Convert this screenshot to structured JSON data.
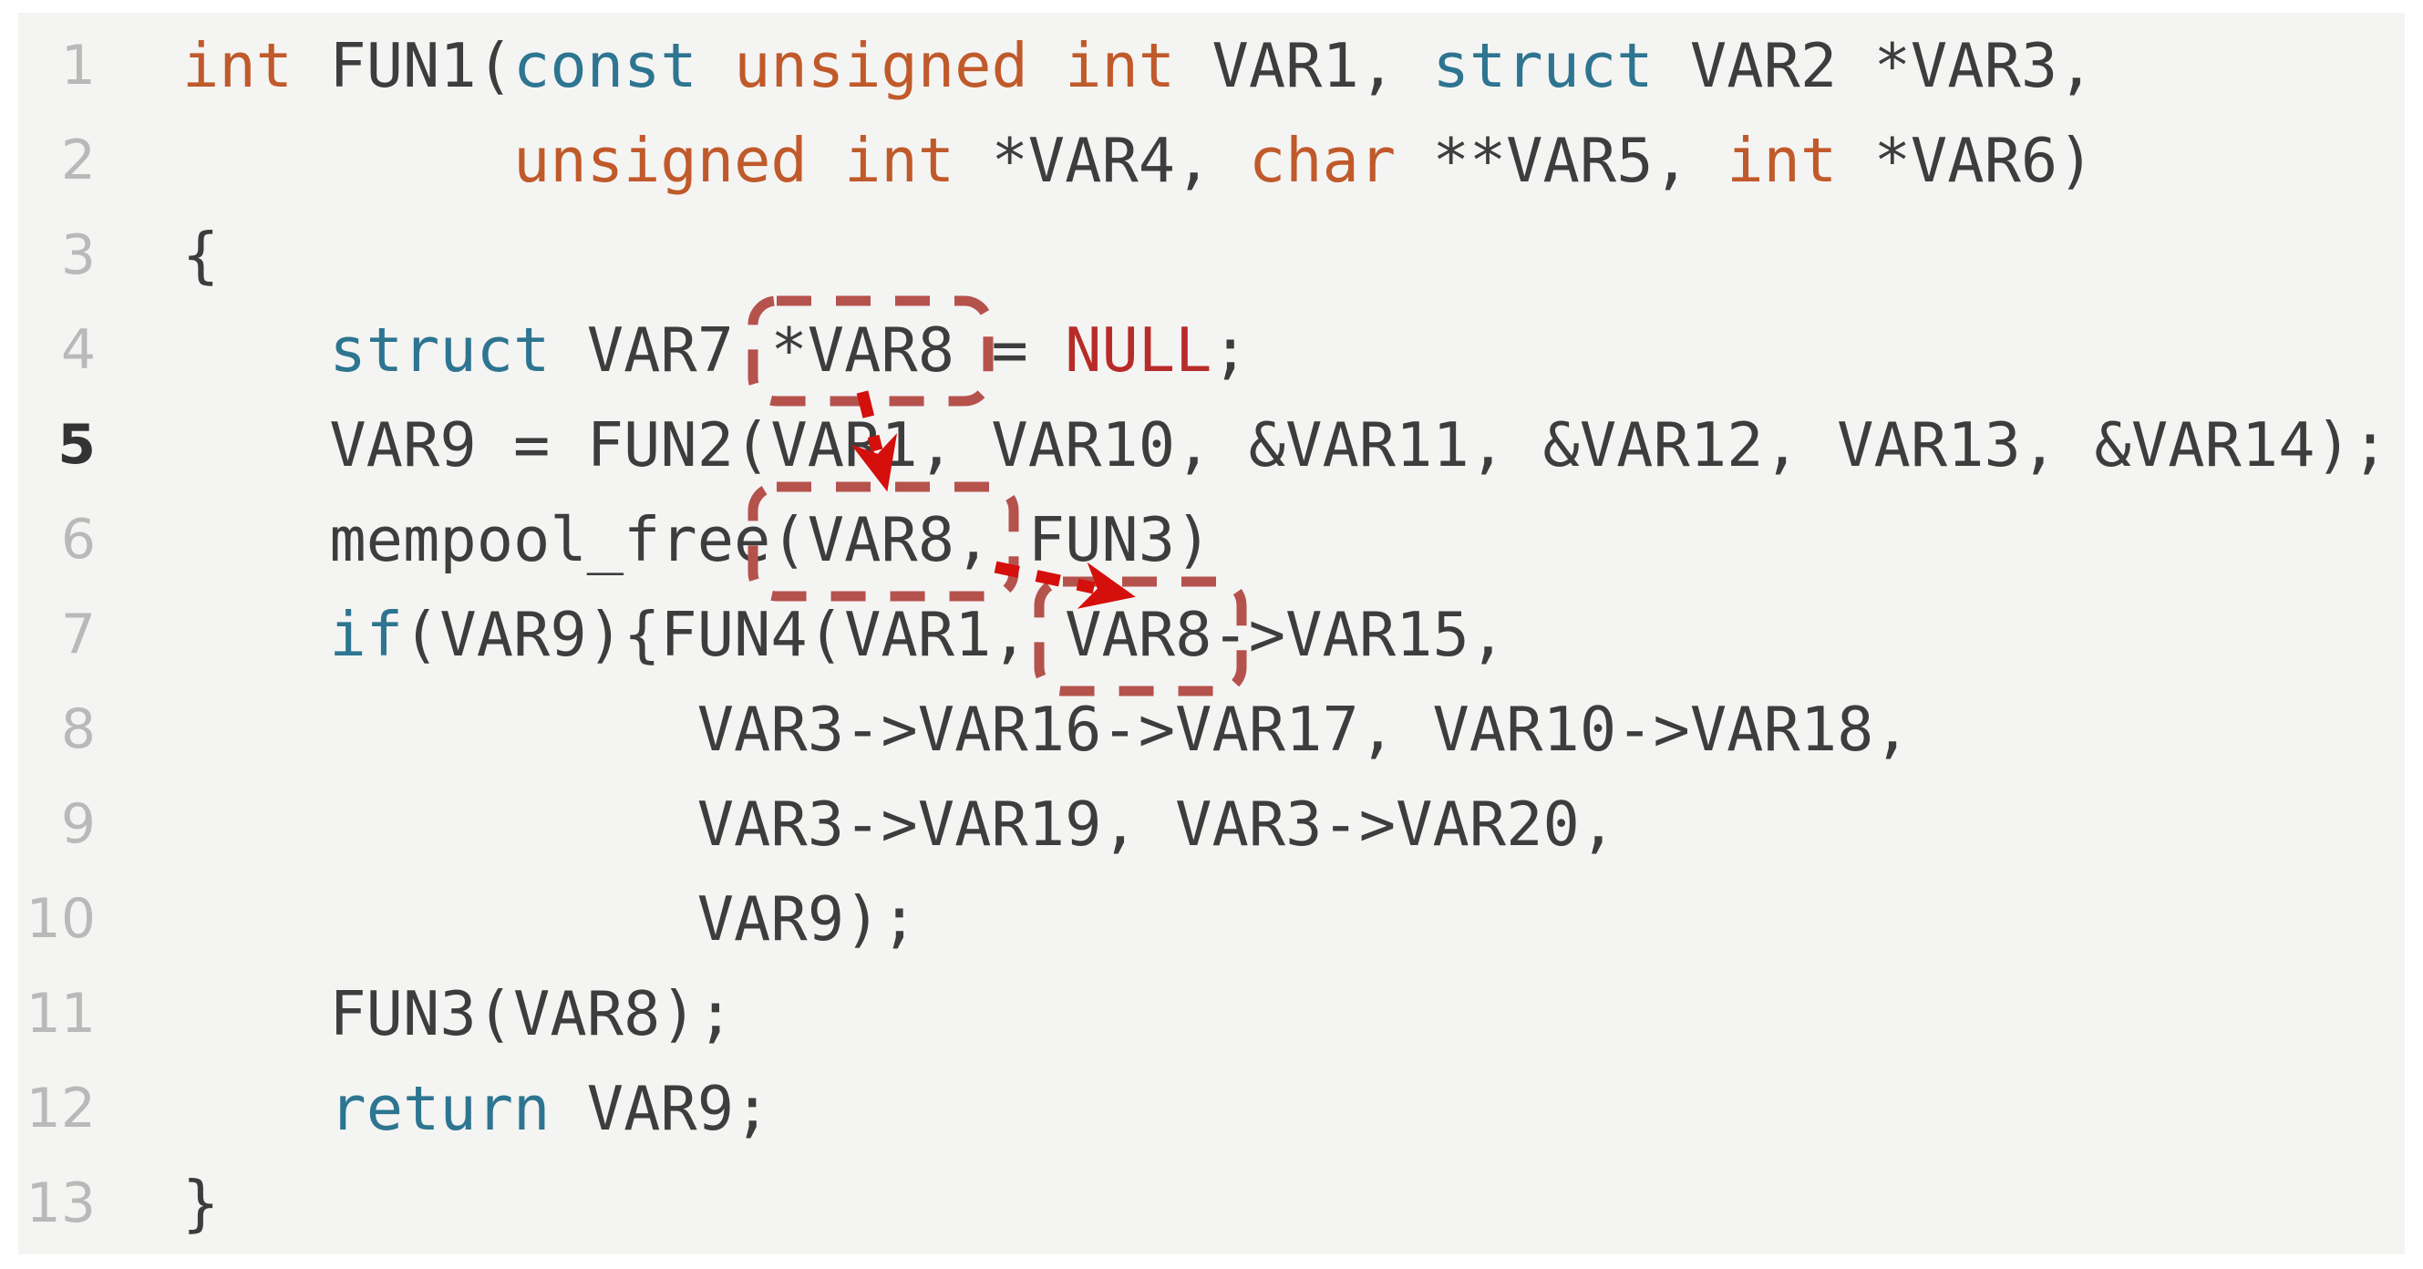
{
  "figure": {
    "type": "annotated-code-listing",
    "language": "C",
    "background_color": "#f4f4f3",
    "colors": {
      "default_text": "#3d3d3d",
      "keyword_type": "#c05a2b",
      "keyword_control": "#2d7590",
      "null_literal": "#b72c28",
      "line_number": "#b9b9b9",
      "line_number_emphasized": "#333333",
      "annotation_box": "#b5524c",
      "annotation_arrow": "#d40f0c"
    },
    "code_panel": {
      "lines": [
        {
          "num": "1",
          "emphasized": false,
          "tokens": [
            [
              "kw",
              "int"
            ],
            [
              "d",
              " FUN1("
            ],
            [
              "t",
              "const"
            ],
            [
              "d",
              " "
            ],
            [
              "kw",
              "unsigned"
            ],
            [
              "d",
              " "
            ],
            [
              "kw",
              "int"
            ],
            [
              "d",
              " VAR1, "
            ],
            [
              "t",
              "struct"
            ],
            [
              "d",
              " VAR2 *VAR3,"
            ]
          ]
        },
        {
          "num": "2",
          "emphasized": false,
          "tokens": [
            [
              "d",
              "         "
            ],
            [
              "kw",
              "unsigned"
            ],
            [
              "d",
              " "
            ],
            [
              "kw",
              "int"
            ],
            [
              "d",
              " *VAR4, "
            ],
            [
              "kw",
              "char"
            ],
            [
              "d",
              " **VAR5, "
            ],
            [
              "kw",
              "int"
            ],
            [
              "d",
              " *VAR6)"
            ]
          ]
        },
        {
          "num": "3",
          "emphasized": false,
          "tokens": [
            [
              "d",
              "{"
            ]
          ]
        },
        {
          "num": "4",
          "emphasized": false,
          "tokens": [
            [
              "d",
              "    "
            ],
            [
              "t",
              "struct"
            ],
            [
              "d",
              " VAR7 *VAR8 = "
            ],
            [
              "n",
              "NULL"
            ],
            [
              "d",
              ";"
            ]
          ]
        },
        {
          "num": "5",
          "emphasized": true,
          "tokens": [
            [
              "d",
              "    VAR9 = FUN2(VAR1, VAR10, &VAR11, &VAR12, VAR13, &VAR14);"
            ]
          ]
        },
        {
          "num": "6",
          "emphasized": false,
          "tokens": [
            [
              "d",
              "    mempool_free(VAR8, FUN3)"
            ]
          ]
        },
        {
          "num": "7",
          "emphasized": false,
          "tokens": [
            [
              "d",
              "    "
            ],
            [
              "t",
              "if"
            ],
            [
              "d",
              "(VAR9){FUN4(VAR1, VAR8->VAR15,"
            ]
          ]
        },
        {
          "num": "8",
          "emphasized": false,
          "tokens": [
            [
              "d",
              "              VAR3->VAR16->VAR17, VAR10->VAR18,"
            ]
          ]
        },
        {
          "num": "9",
          "emphasized": false,
          "tokens": [
            [
              "d",
              "              VAR3->VAR19, VAR3->VAR20,"
            ]
          ]
        },
        {
          "num": "10",
          "emphasized": false,
          "tokens": [
            [
              "d",
              "              VAR9);"
            ]
          ]
        },
        {
          "num": "11",
          "emphasized": false,
          "tokens": [
            [
              "d",
              "    FUN3(VAR8);"
            ]
          ]
        },
        {
          "num": "12",
          "emphasized": false,
          "tokens": [
            [
              "d",
              "    "
            ],
            [
              "t",
              "return"
            ],
            [
              "d",
              " VAR9;"
            ]
          ]
        },
        {
          "num": "13",
          "emphasized": false,
          "tokens": [
            [
              "d",
              "}"
            ]
          ]
        }
      ]
    },
    "annotations": {
      "boxes": [
        {
          "line": 4,
          "highlighted_text": "*VAR8"
        },
        {
          "line": 6,
          "highlighted_text": "(VAR8,"
        },
        {
          "line": 7,
          "highlighted_text": "VAR8"
        }
      ],
      "arrows": [
        {
          "from_line": 4,
          "to_line": 6,
          "meaning": "pointer VAR8 flows from declaration to mempool_free"
        },
        {
          "from_line": 6,
          "to_line": 7,
          "meaning": "pointer VAR8 flows from mempool_free to use"
        }
      ]
    }
  }
}
